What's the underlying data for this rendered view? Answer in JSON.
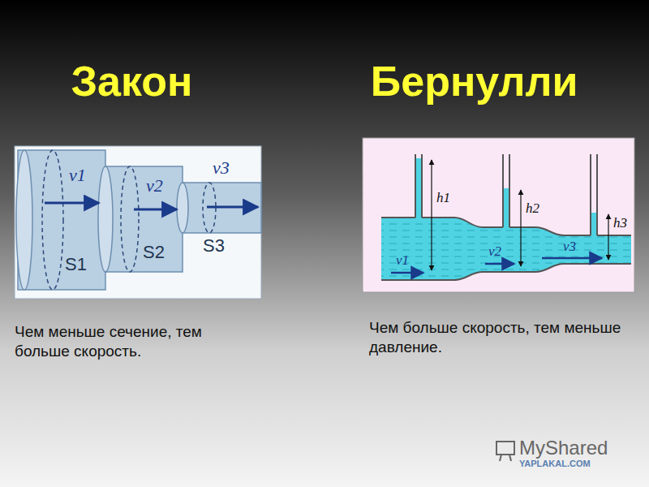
{
  "diagram": {
    "title": "Закон Бернулли",
    "labels": [
      "v1",
      "v2",
      "v3",
      "S1",
      "S2",
      "S3",
      "h1",
      "h2",
      "h3",
      "v1",
      "v2",
      "v3",
      "Чем меньше сечение, тем больше скорость.",
      "Чем больше скорость, тем меньше давление.",
      "MyShared",
      "YAPLAKAL.COM"
    ]
  }
}
